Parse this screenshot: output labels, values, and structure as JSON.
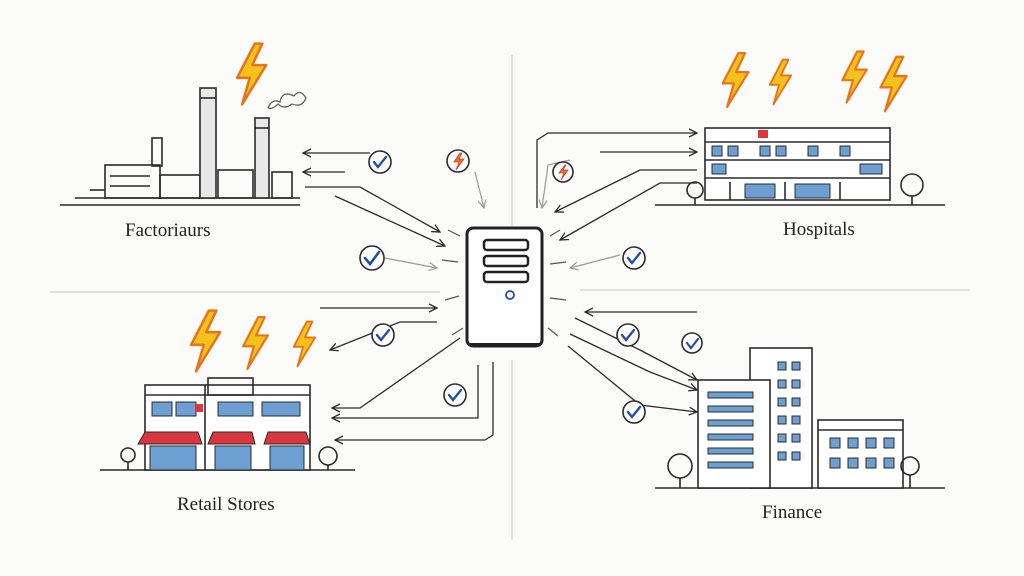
{
  "sectors": [
    {
      "id": "factories",
      "label": "Factoriaurs"
    },
    {
      "id": "hospitals",
      "label": "Hospitals"
    },
    {
      "id": "retail",
      "label": "Retail Stores"
    },
    {
      "id": "finance",
      "label": "Finance"
    }
  ],
  "central_node": {
    "icon": "server-tower-icon"
  },
  "icons": {
    "check": "check-circle-icon",
    "alert": "warning-bolt-icon",
    "bolt": "lightning-bolt-icon"
  },
  "colors": {
    "ink": "#2b2b2b",
    "check": "#1f4fa8",
    "bolt_yellow": "#f3c21b",
    "bolt_orange": "#e8731c",
    "awning": "#d9363e",
    "window": "#6d9fd3"
  }
}
